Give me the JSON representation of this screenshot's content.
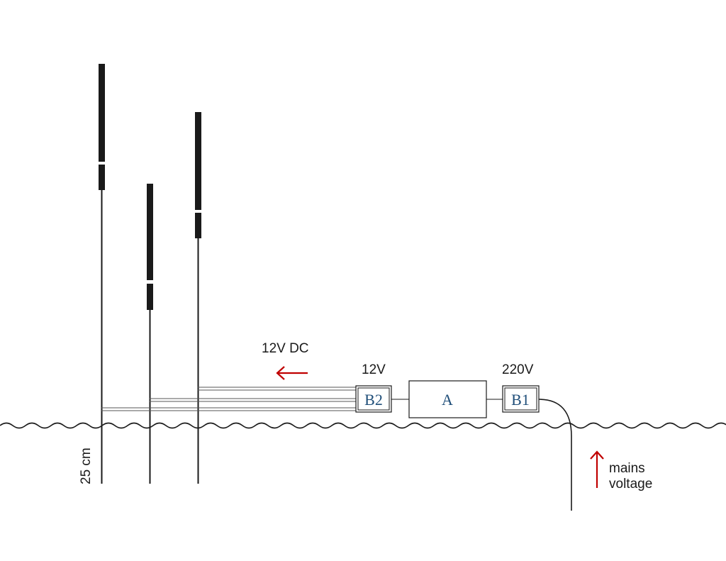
{
  "labels": {
    "dc": "12V DC",
    "v12": "12V",
    "v220": "220V",
    "mains_line1": "mains",
    "mains_line2": "voltage",
    "depth": "25 cm"
  },
  "boxes": {
    "b2": "B2",
    "a": "A",
    "b1": "B1"
  },
  "colors": {
    "ink": "#1a1a1a",
    "arrow": "#c00000",
    "box_text": "#1f4e79",
    "wire": "#555555"
  }
}
